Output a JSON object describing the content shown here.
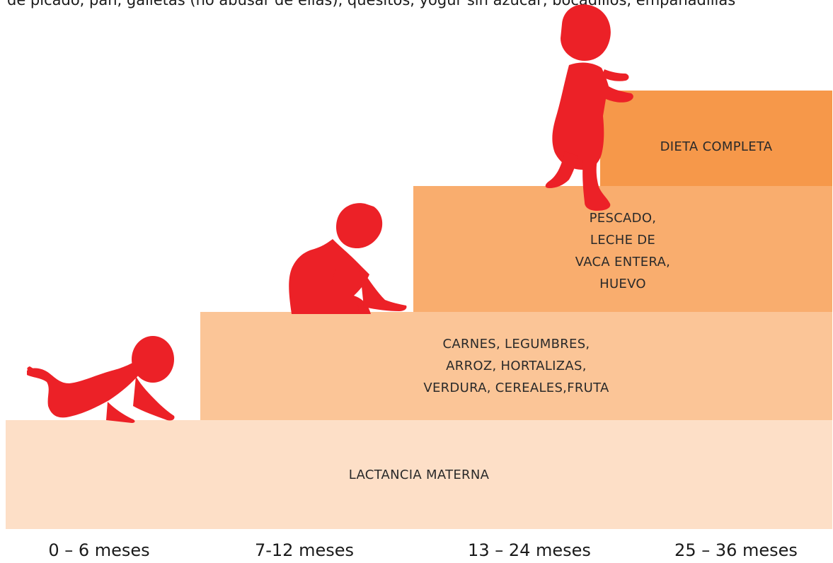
{
  "intro_text": "de picado, pan, galletas (no abusar de ellas), quesitos, yogur sin azúcar, bocadillos, empanadillas",
  "steps": [
    {
      "lines": [
        "LACTANCIA MATERNA"
      ],
      "color": "#fddfc7"
    },
    {
      "lines": [
        "CARNES, LEGUMBRES,",
        "ARROZ, HORTALIZAS,",
        "VERDURA, CEREALES,FRUTA"
      ],
      "color": "#fbc597"
    },
    {
      "lines": [
        "PESCADO,",
        "LECHE DE",
        "VACA ENTERA,",
        "HUEVO"
      ],
      "color": "#f9ad6e"
    },
    {
      "lines": [
        "DIETA COMPLETA"
      ],
      "color": "#f6984a"
    }
  ],
  "ages": [
    "0 – 6 meses",
    "7-12 meses",
    "13 – 24 meses",
    "25 – 36 meses"
  ],
  "baby_color": "#ec2127"
}
